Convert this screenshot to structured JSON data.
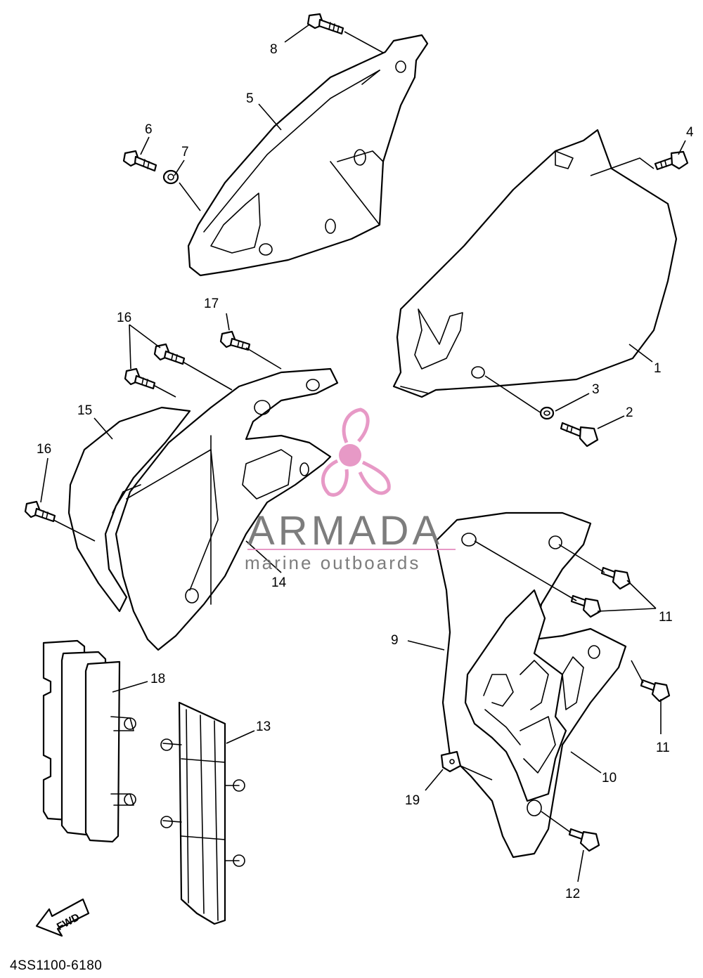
{
  "callouts": [
    {
      "id": "1",
      "text": "1"
    },
    {
      "id": "2",
      "text": "2"
    },
    {
      "id": "3",
      "text": "3"
    },
    {
      "id": "4",
      "text": "4"
    },
    {
      "id": "5",
      "text": "5"
    },
    {
      "id": "6",
      "text": "6"
    },
    {
      "id": "7",
      "text": "7"
    },
    {
      "id": "8",
      "text": "8"
    },
    {
      "id": "9",
      "text": "9"
    },
    {
      "id": "10",
      "text": "10"
    },
    {
      "id": "11a",
      "text": "11"
    },
    {
      "id": "11b",
      "text": "11"
    },
    {
      "id": "12",
      "text": "12"
    },
    {
      "id": "13",
      "text": "13"
    },
    {
      "id": "14",
      "text": "14"
    },
    {
      "id": "15",
      "text": "15"
    },
    {
      "id": "16a",
      "text": "16"
    },
    {
      "id": "16b",
      "text": "16"
    },
    {
      "id": "17",
      "text": "17"
    },
    {
      "id": "18",
      "text": "18"
    },
    {
      "id": "19",
      "text": "19"
    }
  ],
  "watermark": {
    "brand": "ARMADA",
    "tagline": "marine outboards",
    "accent_color": "#e58ec0",
    "text_color": "#6f6f6f"
  },
  "direction_arrow": {
    "label": "FWD"
  },
  "diagram_code": "4SS1100-6180"
}
